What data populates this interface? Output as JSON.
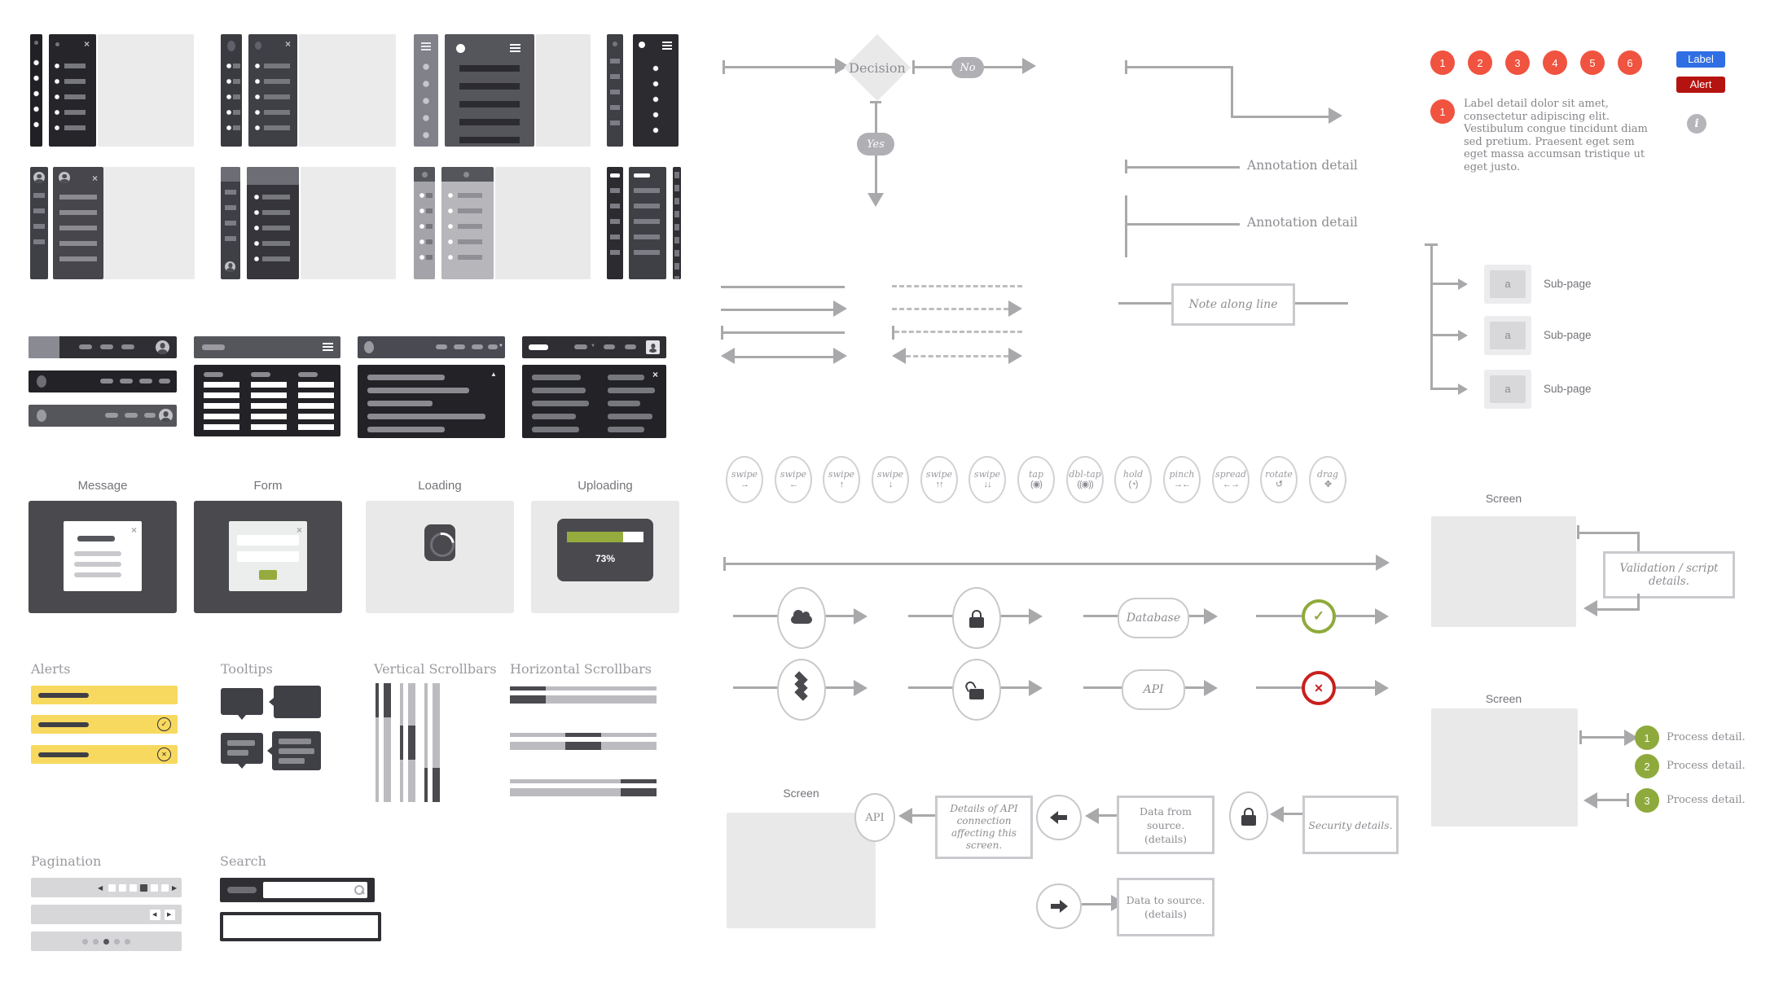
{
  "kit": {
    "modals": {
      "message": "Message",
      "form": "Form",
      "loading": "Loading",
      "uploading": "Uploading",
      "upload_percent": "73%"
    },
    "sections": {
      "alerts": "Alerts",
      "tooltips": "Tooltips",
      "vertical_scrollbars": "Vertical Scrollbars",
      "horizontal_scrollbars": "Horizontal Scrollbars",
      "pagination": "Pagination",
      "search": "Search"
    }
  },
  "flowchart": {
    "decision": "Decision",
    "no": "No",
    "yes": "Yes",
    "annotation_detail_1": "Annotation detail",
    "annotation_detail_2": "Annotation detail",
    "note_along_line": "Note along line"
  },
  "gestures": {
    "items": [
      {
        "label": "swipe",
        "glyph": "→"
      },
      {
        "label": "swipe",
        "glyph": "←"
      },
      {
        "label": "swipe",
        "glyph": "↑"
      },
      {
        "label": "swipe",
        "glyph": "↓"
      },
      {
        "label": "swipe",
        "glyph": "↑↑"
      },
      {
        "label": "swipe",
        "glyph": "↓↓"
      },
      {
        "label": "tap",
        "glyph": "(◉)"
      },
      {
        "label": "dbl-tap",
        "glyph": "((◉))"
      },
      {
        "label": "hold",
        "glyph": "(◔)"
      },
      {
        "label": "pinch",
        "glyph": "→←"
      },
      {
        "label": "spread",
        "glyph": "←→"
      },
      {
        "label": "rotate",
        "glyph": "↺"
      },
      {
        "label": "drag",
        "glyph": "✥"
      }
    ]
  },
  "connectors": {
    "database": "Database",
    "api": "API",
    "check": "✓",
    "cross": "✕"
  },
  "badges": {
    "numbers": [
      "1",
      "2",
      "3",
      "4",
      "5",
      "6"
    ],
    "label_button": "Label",
    "alert_button": "Alert",
    "annotation_number": "1",
    "annotation_text": "Label detail dolor sit amet, consectetur adipiscing elit. Vestibulum congue tincidunt diam sed pretium. Praesent eget sem eget massa accumsan tristique ut eget justo.",
    "info_glyph": "i"
  },
  "sitemap": {
    "node": "a",
    "sub_page": "Sub-page"
  },
  "screens": {
    "label": "Screen",
    "validation_note": "Validation / script details.",
    "process_items": [
      {
        "n": "1",
        "text": "Process detail."
      },
      {
        "n": "2",
        "text": "Process detail."
      },
      {
        "n": "3",
        "text": "Process detail."
      }
    ],
    "api_details": "Details of API connection affecting this screen.",
    "data_from": [
      "Data from source.",
      "(details)"
    ],
    "security": "Security details.",
    "data_to": [
      "Data to source.",
      "(details)"
    ]
  },
  "colors": {
    "accent_red": "#f0533f",
    "label_blue": "#2f6fe3",
    "alert_red": "#b5130f",
    "green": "#8faa3c",
    "yellow": "#f8d95f",
    "line_gray": "#a9a9ab"
  }
}
